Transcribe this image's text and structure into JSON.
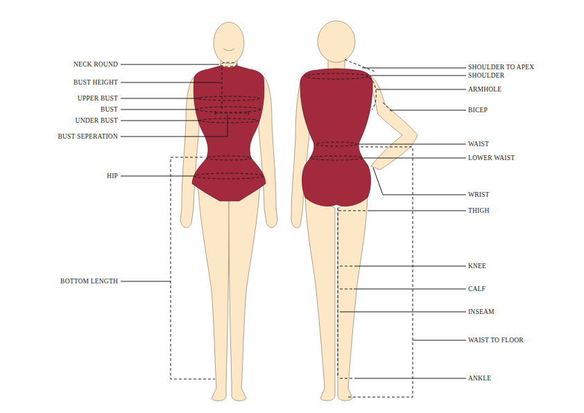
{
  "diagram": {
    "labels": [
      "NECK ROUND",
      "BUST HEIGHT",
      "UPPER BUST",
      "BUST",
      "UNDER BUST",
      "BUST SEPERATION",
      "HIP",
      "BOTTOM LENGTH",
      "SHOULDER TO APEX",
      "SHOULDER",
      "ARMHOLE",
      "BICEP",
      "WAIST",
      "LOWER WAIST",
      "WRIST",
      "THIGH",
      "KNEE",
      "CALF",
      "INSEAM",
      "WAIST TO FLOOR",
      "ANKLE"
    ]
  }
}
